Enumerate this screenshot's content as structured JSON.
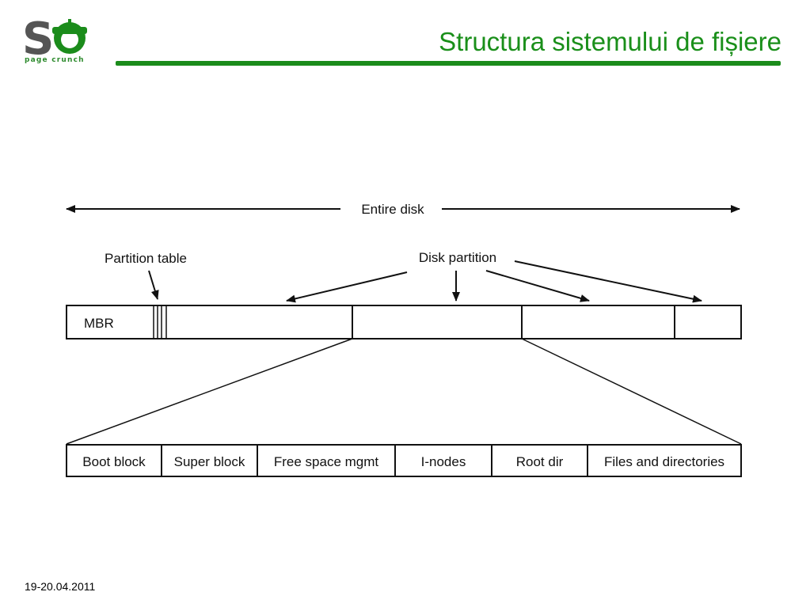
{
  "slide": {
    "title": "Structura sistemului de fișiere",
    "date": "19-20.04.2011"
  },
  "logo": {
    "letters": "S",
    "tagline": "page crunch",
    "brand_color": "#1b8c1b",
    "dark_color": "#555555"
  },
  "diagram": {
    "entire_disk_label": "Entire disk",
    "partition_table_label": "Partition table",
    "disk_partition_label": "Disk partition",
    "mbr_label": "MBR",
    "partition_layout": [
      {
        "label": "Boot block"
      },
      {
        "label": "Super block"
      },
      {
        "label": "Free space mgmt"
      },
      {
        "label": "I-nodes"
      },
      {
        "label": "Root dir"
      },
      {
        "label": "Files and directories"
      }
    ]
  }
}
